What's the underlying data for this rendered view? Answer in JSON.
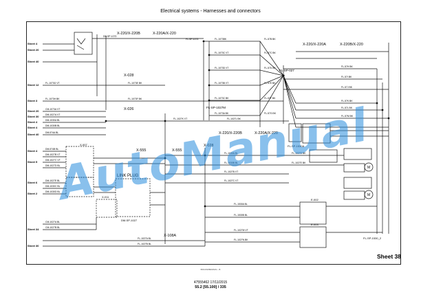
{
  "header": {
    "title": "Electrical systems - Harnesses and connectors"
  },
  "sheet_label": "Sheet 38",
  "footer": {
    "doc_code": "47555462 17/11/2015",
    "page": "55.2 [55.100] / 335"
  },
  "bottom_note": "BSS 8/W8000V01 - B",
  "watermark": "AutoManual",
  "labels": {
    "x220_220b_top": "X-220/X-220B",
    "x220a_220_top": "X-220A/X-220",
    "x220_220a_right": "X-220/X-220A",
    "x220b_220_right": "X-220B/X-220",
    "x220_220b_mid": "X-220/X-220B",
    "x220a_220_mid": "X-220A/X-220",
    "x028_a": "X-028",
    "x026": "X-026",
    "x555_a": "X-555",
    "x555_b": "X-555",
    "x028_b": "X-028",
    "x108a": "X-108A",
    "x007": "X-007",
    "x011": "X-011",
    "link_plug": "LINK PLUG",
    "fl_sp_1027m": "FL-SP-1027M",
    "fl_sp_027": "FL-SP-027",
    "fl_sp_1530a": "FL-SP-1530A",
    "fl_sp_1530_2": "FL-SP-1530_2",
    "dm_sp_1027": "DM-SP-1027",
    "e_002": "E-002",
    "e_003": "E-003",
    "m1": "M",
    "m2": "M"
  },
  "sheet_refs": [
    {
      "label": "Sheet 4"
    },
    {
      "label": "Sheet 20"
    },
    {
      "label": "Sheet 40"
    },
    {
      "label": "Sheet 12"
    },
    {
      "label": "Sheet 3"
    },
    {
      "label": "Sheet 20"
    },
    {
      "label": "Sheet 30"
    },
    {
      "label": "Sheet 4"
    },
    {
      "label": "Sheet 4"
    },
    {
      "label": "Sheet 40"
    },
    {
      "label": "Sheet 4"
    },
    {
      "label": "Sheet 5"
    },
    {
      "label": "Sheet 6"
    },
    {
      "label": "Sheet 2"
    },
    {
      "label": "Sheet 34"
    },
    {
      "label": "Sheet 30"
    }
  ],
  "wire_labels": {
    "top": [
      "DN-SP-1073",
      "FL-SP-1073",
      "FL-1073BK",
      "FL-1073C VT",
      "FL-1073D VT",
      "FL-1073B VT",
      "FL-1073C BK",
      "FL-1073A BK",
      "FL-1073E BK",
      "FL-1073F BK",
      "FL-1073G VT",
      "FL-1073H BK"
    ],
    "right": [
      "FL-57B BK",
      "FL-57C BK",
      "FL-57D BK",
      "FL-57E BK",
      "FL-57F BK",
      "FL-57G BK",
      "FL-57H BK",
      "FL-57I BK",
      "FL-57J BK",
      "FL-57K BK",
      "FL-57L BK",
      "FL-57M BK"
    ],
    "mid": [
      "FL-1027K VT",
      "FL-1027L BK",
      "FL-1030A BL",
      "FL-1030B BL",
      "FL-1027B VT",
      "FL-1027C VT",
      "FL-1027D BK",
      "FL-1027E BK"
    ],
    "left": [
      "CM-1073A VT",
      "DM-1027A VT",
      "DM-1030A BL",
      "DM-1030B BL",
      "DM-574A BL",
      "DM-574B BL",
      "DM-1027B VT",
      "DM-1027C VT",
      "DM-1027D BL",
      "DM-1027E BL",
      "DM-1030C BL",
      "DM-1030D BL"
    ],
    "bottom": [
      "CM-1027A BL",
      "CM-1027B BL",
      "FL-1027A BL",
      "FL-1027B BL",
      "FL-1530A BL",
      "FL-1530B BL",
      "FL-1027M VT",
      "FL-1027N BK"
    ]
  }
}
